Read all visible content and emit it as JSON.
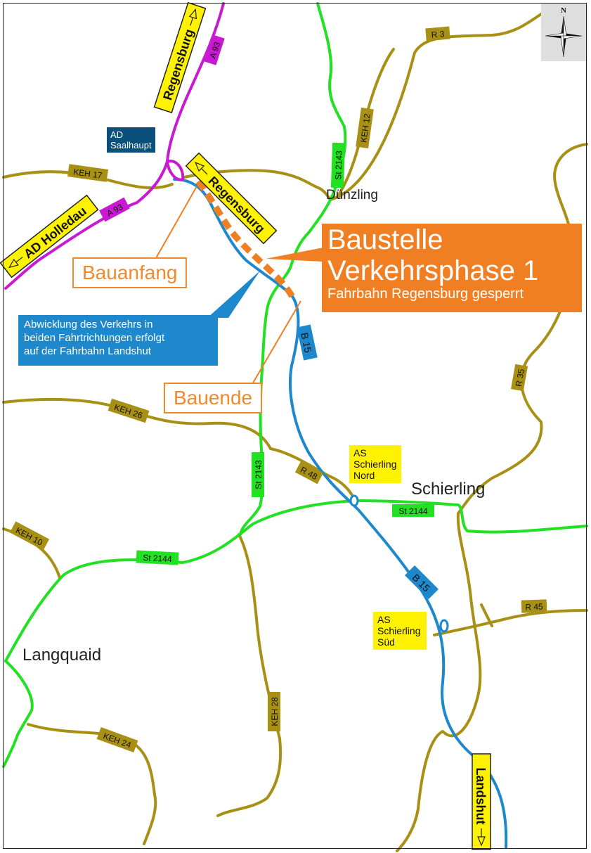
{
  "places": {
    "duenzling": "Dünzling",
    "schierling": "Schierling",
    "langquaid": "Langquaid"
  },
  "junctions": {
    "ad_saalhaupt": [
      "AD",
      "Saalhaupt"
    ],
    "as_nord": [
      "AS",
      "Schierling",
      "Nord"
    ],
    "as_sued": [
      "AS",
      "Schierling",
      "Süd"
    ]
  },
  "directions": {
    "regensburg_a93": "Regensburg",
    "regensburg_b15": "Regensburg",
    "ad_holledau": "AD Holledau",
    "landshut": "Landshut"
  },
  "road_labels": {
    "a93_top": "A 93",
    "a93_left": "A 93",
    "b15_upper": "B 15",
    "b15_lower": "B 15",
    "st2143_upper": "St 2143",
    "st2143_lower": "St 2143",
    "st2144_center": "St 2144",
    "st2144_left": "St 2144",
    "keh17": "KEH 17",
    "keh12": "KEH 12",
    "keh26": "KEH 26",
    "keh10": "KEH 10",
    "keh28": "KEH 28",
    "keh24": "KEH 24",
    "r3": "R 3",
    "r35": "R 35",
    "r48": "R 48",
    "r45": "R 45"
  },
  "construction": {
    "start": "Bauanfang",
    "end": "Bauende",
    "title_line1": "Baustelle",
    "title_line2": "Verkehrsphase 1",
    "subtitle": "Fahrbahn Regensburg gesperrt",
    "traffic_line1": "Abwicklung des Verkehrs in",
    "traffic_line2": "beiden Fahrtrichtungen erfolgt",
    "traffic_line3": "auf der Fahrbahn Landshut"
  },
  "compass": {
    "north_label": "N"
  },
  "colors": {
    "motorway": "#c81ad0",
    "federal_road": "#1e88cc",
    "state_road": "#22e022",
    "district_road": "#a89014",
    "construction": "#ef7f22",
    "sign_yellow": "#fff200",
    "junction_blue": "#0b4f7c"
  }
}
